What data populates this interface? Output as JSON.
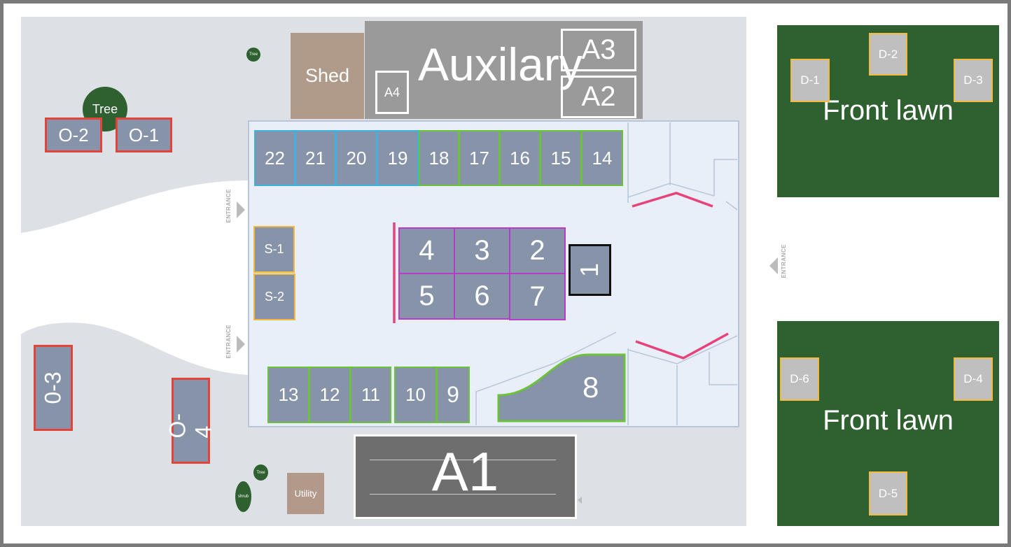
{
  "structures": {
    "shed": "Shed",
    "auxiliary": "Auxilary",
    "a4": "A4",
    "a3": "A3",
    "a2": "A2",
    "a1": "A1",
    "utility": "Utility"
  },
  "trees": {
    "big": "Tree",
    "small_top": "Tree",
    "small_bottom": "Tree",
    "shrub": "shrub"
  },
  "outdoor_booths": {
    "o2": "O-2",
    "o1": "O-1",
    "o3": "0-3",
    "o4": "O-4"
  },
  "top_row": {
    "blue": [
      "22",
      "21",
      "20",
      "19"
    ],
    "green": [
      "18",
      "17",
      "16",
      "15",
      "14"
    ]
  },
  "side_booths": [
    "S-1",
    "S-2"
  ],
  "center_grid": {
    "top": [
      "4",
      "3",
      "2"
    ],
    "bottom": [
      "5",
      "6",
      "7"
    ]
  },
  "booth_1": "1",
  "bottom_row": {
    "group_a": [
      "13",
      "12",
      "11"
    ],
    "group_b": [
      "10",
      "9"
    ]
  },
  "booth_8": "8",
  "entrance_label": "ENTRANCE",
  "front_lawn_top": {
    "label": "Front lawn",
    "booths": [
      "D-1",
      "D-2",
      "D-3"
    ]
  },
  "front_lawn_bottom": {
    "label": "Front lawn",
    "booths": [
      "D-6",
      "D-4",
      "D-5"
    ]
  },
  "colors": {
    "outdoor_border": "#e2443a",
    "blue_border": "#3fb0e0",
    "green_border": "#6cc23a",
    "purple_border": "#b63ccc",
    "orange_border": "#f5b840",
    "lawn": "#2f6030",
    "booth": "#8693a8"
  }
}
